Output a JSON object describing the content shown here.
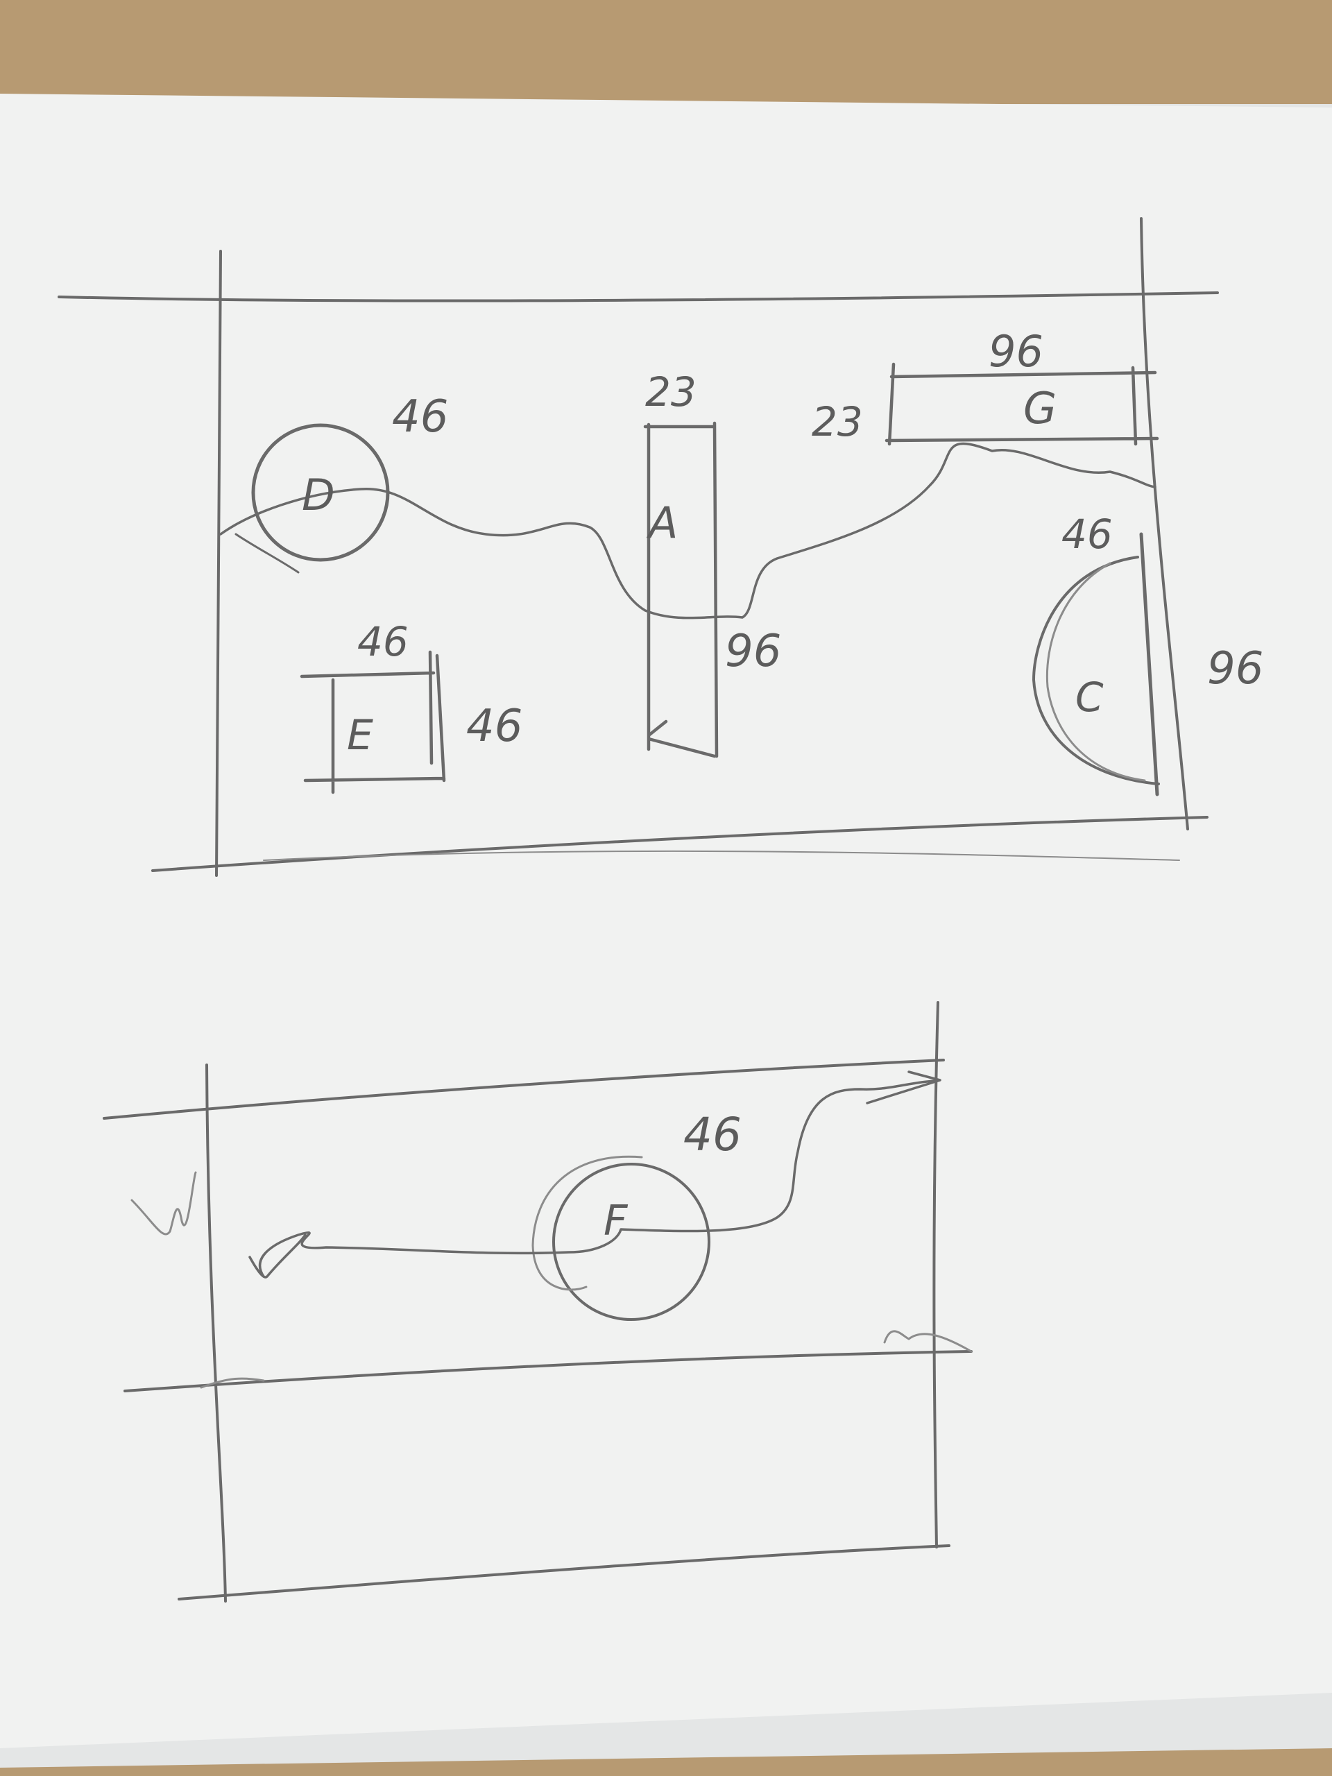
{
  "colors": {
    "desk": "#b79a72",
    "paper": "#f1f2f1",
    "pencil": "#6a6a6a"
  },
  "sketch_top": {
    "shape_d": {
      "letter": "D",
      "dimension": "46"
    },
    "shape_a": {
      "letter": "A",
      "width": "23",
      "height": "96"
    },
    "shape_g": {
      "letter": "G",
      "width": "96",
      "height": "23"
    },
    "shape_c": {
      "letter": "C",
      "width": "46",
      "height": "96"
    },
    "shape_e": {
      "letter": "E",
      "width": "46",
      "height": "46"
    }
  },
  "sketch_bottom": {
    "shape_f": {
      "letter": "F",
      "dimension": "46"
    }
  }
}
